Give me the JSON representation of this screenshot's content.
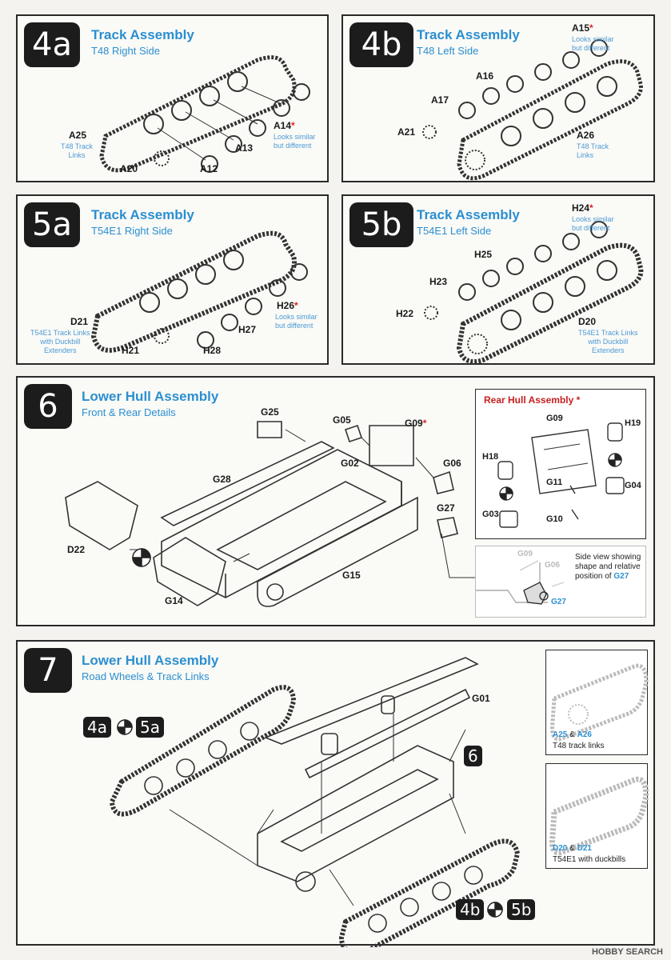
{
  "steps": {
    "s4a": {
      "badge": "4a",
      "title": "Track Assembly",
      "subtitle": "T48 Right Side",
      "parts": {
        "a25": "A25",
        "a25_note": "T48 Track\nLinks",
        "a20": "A20",
        "a12": "A12",
        "a13": "A13",
        "a14": "A14",
        "a14_note": "Looks similar\nbut different"
      }
    },
    "s4b": {
      "badge": "4b",
      "title": "Track Assembly",
      "subtitle": "T48 Left Side",
      "parts": {
        "a15": "A15",
        "a15_note": "Looks similar\nbut different",
        "a16": "A16",
        "a17": "A17",
        "a21": "A21",
        "a26": "A26",
        "a26_note": "T48 Track\nLinks"
      }
    },
    "s5a": {
      "badge": "5a",
      "title": "Track Assembly",
      "subtitle": "T54E1 Right Side",
      "parts": {
        "d21": "D21",
        "d21_note": "T54E1 Track Links\nwith Duckbill\nExtenders",
        "h21": "H21",
        "h28": "H28",
        "h27": "H27",
        "h26": "H26",
        "h26_note": "Looks similar\nbut different"
      }
    },
    "s5b": {
      "badge": "5b",
      "title": "Track Assembly",
      "subtitle": "T54E1 Left Side",
      "parts": {
        "h24": "H24",
        "h24_note": "Looks similar\nbut different",
        "h25": "H25",
        "h23": "H23",
        "h22": "H22",
        "d20": "D20",
        "d20_note": "T54E1 Track Links\nwith Duckbill\nExtenders"
      }
    },
    "s6": {
      "badge": "6",
      "title": "Lower Hull Assembly",
      "subtitle": "Front & Rear Details",
      "parts": {
        "g25": "G25",
        "g05": "G05",
        "g09": "G09",
        "g06": "G06",
        "g02": "G02",
        "g28": "G28",
        "g27": "G27",
        "d22": "D22",
        "g15": "G15",
        "g14": "G14"
      },
      "rear": {
        "title": "Rear Hull Assembly",
        "g09": "G09",
        "h19": "H19",
        "h18": "H18",
        "g11": "G11",
        "g04": "G04",
        "g03": "G03",
        "g10": "G10"
      },
      "side": {
        "g09": "G09",
        "g06": "G06",
        "g27": "G27",
        "text1": "Side view showing",
        "text2": "shape and relative",
        "text3": "position of ",
        "text3b": "G27"
      }
    },
    "s7": {
      "badge": "7",
      "title": "Lower Hull Assembly",
      "subtitle": "Road Wheels & Track Links",
      "parts": {
        "g01": "G01",
        "ref6": "6",
        "ref4a": "4a",
        "ref5a": "5a",
        "ref4b": "4b",
        "ref5b": "5b"
      },
      "inset1": {
        "a25": "A25",
        "amp": " & ",
        "a26": "A26",
        "text": "T48 track links"
      },
      "inset2": {
        "d20": "D20",
        "amp": " & ",
        "d21": "D21",
        "text": "T54E1 with duckbills"
      }
    }
  },
  "watermark": "HOBBY SEARCH",
  "colors": {
    "accent_blue": "#2b8fd0",
    "note_blue": "#4d9ad4",
    "red_star": "#d22222",
    "badge_black": "#1c1c1c"
  }
}
